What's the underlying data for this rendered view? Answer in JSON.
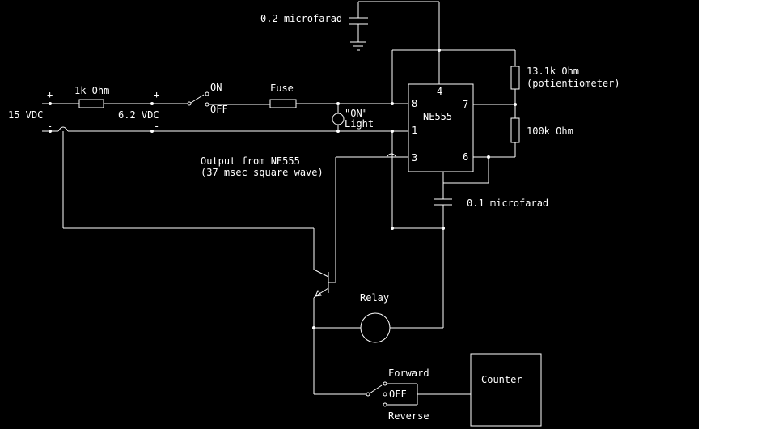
{
  "diagram": {
    "title": "",
    "colors": {
      "background": "#000000",
      "wire": "#ffffff",
      "page": "#ffffff"
    },
    "labels": {
      "cap_top": "0.2 microfarad",
      "pot": "13.1k Ohm",
      "pot_note": "(potientiometer)",
      "resistor_100k": "100k Ohm",
      "resistor_1k": "1k Ohm",
      "supply_15": "15 VDC",
      "supply_62": "6.2 VDC",
      "plus_left": "+",
      "minus_left": "-",
      "plus_right": "+",
      "minus_right": "-",
      "switch_on": "ON",
      "switch_off": "OFF",
      "fuse": "Fuse",
      "light_on": "\"ON\"",
      "light": "Light",
      "chip": "NE555",
      "pin4": "4",
      "pin8": "8",
      "pin7": "7",
      "pin1": "1",
      "pin3": "3",
      "pin6": "6",
      "output_1": "Output from NE555",
      "output_2": "(37 msec square wave)",
      "cap_bottom": "0.1 microfarad",
      "relay": "Relay",
      "forward": "Forward",
      "switch2_off": "OFF",
      "reverse": "Reverse",
      "counter": "Counter"
    }
  }
}
